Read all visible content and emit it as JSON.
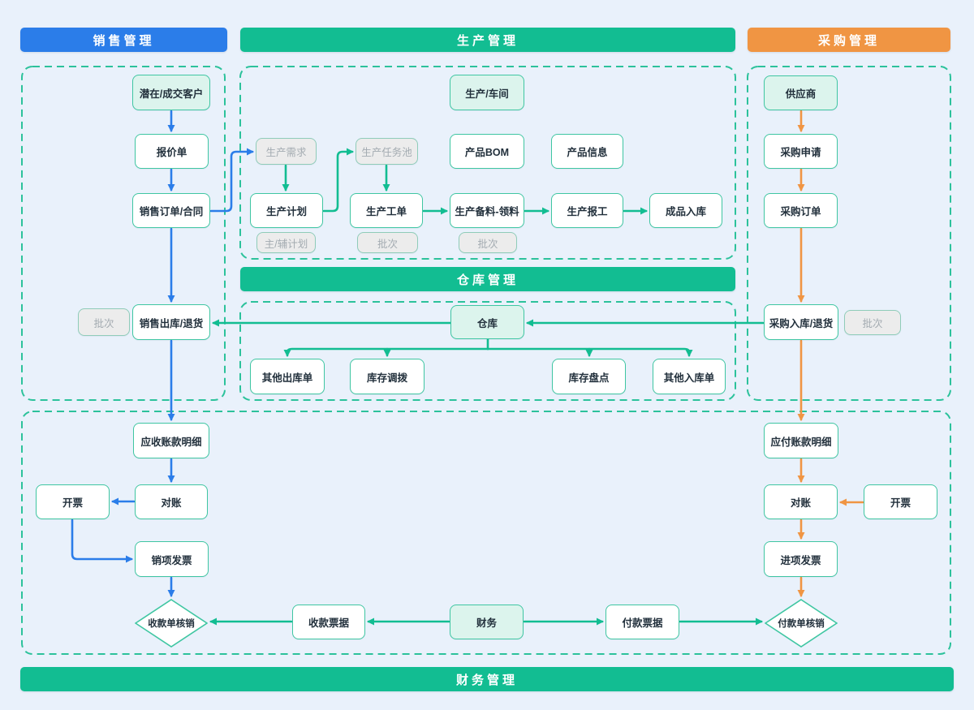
{
  "colors": {
    "background": "#e9f1fb",
    "blue": "#2b7de9",
    "green": "#12bd92",
    "orange": "#f09543",
    "mint_fill": "#dcf4ed",
    "gray_fill": "#ececec",
    "dashed_border": "#2cc29b",
    "node_border": "#3fc6a2",
    "text_dark": "#22303c",
    "text_muted": "#a3abb1"
  },
  "sections": [
    {
      "id": "sales",
      "label": "销售管理"
    },
    {
      "id": "production",
      "label": "生产管理"
    },
    {
      "id": "purchase",
      "label": "采购管理"
    },
    {
      "id": "warehouse",
      "label": "仓库管理"
    },
    {
      "id": "finance",
      "label": "财务管理"
    }
  ],
  "nodes": [
    {
      "id": "customer",
      "label": "潜在/成交客户",
      "kind": "mint"
    },
    {
      "id": "quotation",
      "label": "报价单",
      "kind": "plain"
    },
    {
      "id": "sales-order",
      "label": "销售订单/合同",
      "kind": "plain"
    },
    {
      "id": "batch-left",
      "label": "批次",
      "kind": "muted"
    },
    {
      "id": "sales-outbound",
      "label": "销售出库/退货",
      "kind": "plain"
    },
    {
      "id": "ar-detail",
      "label": "应收账款明细",
      "kind": "plain"
    },
    {
      "id": "reconcile-left",
      "label": "对账",
      "kind": "plain"
    },
    {
      "id": "invoice-left",
      "label": "开票",
      "kind": "plain"
    },
    {
      "id": "sales-invoice",
      "label": "销项发票",
      "kind": "plain"
    },
    {
      "id": "receipt-writeoff",
      "label": "收款单核销",
      "kind": "diamond"
    },
    {
      "id": "receipt-bill",
      "label": "收款票据",
      "kind": "plain"
    },
    {
      "id": "prod-workshop",
      "label": "生产/车间",
      "kind": "mint"
    },
    {
      "id": "prod-demand",
      "label": "生产需求",
      "kind": "muted"
    },
    {
      "id": "prod-taskpool",
      "label": "生产任务池",
      "kind": "muted"
    },
    {
      "id": "product-bom",
      "label": "产品BOM",
      "kind": "plain"
    },
    {
      "id": "product-info",
      "label": "产品信息",
      "kind": "plain"
    },
    {
      "id": "prod-plan",
      "label": "生产计划",
      "kind": "plain"
    },
    {
      "id": "prod-workorder",
      "label": "生产工单",
      "kind": "plain"
    },
    {
      "id": "prod-material",
      "label": "生产备料-领料",
      "kind": "plain"
    },
    {
      "id": "prod-report",
      "label": "生产报工",
      "kind": "plain"
    },
    {
      "id": "finished-inbound",
      "label": "成品入库",
      "kind": "plain"
    },
    {
      "id": "main-aux-plan",
      "label": "主/辅计划",
      "kind": "muted"
    },
    {
      "id": "batch-workorder",
      "label": "批次",
      "kind": "muted"
    },
    {
      "id": "batch-material",
      "label": "批次",
      "kind": "muted"
    },
    {
      "id": "warehouse",
      "label": "仓库",
      "kind": "mint"
    },
    {
      "id": "other-outbound",
      "label": "其他出库单",
      "kind": "plain"
    },
    {
      "id": "stock-transfer",
      "label": "库存调拨",
      "kind": "plain"
    },
    {
      "id": "stock-count",
      "label": "库存盘点",
      "kind": "plain"
    },
    {
      "id": "other-inbound",
      "label": "其他入库单",
      "kind": "plain"
    },
    {
      "id": "supplier",
      "label": "供应商",
      "kind": "mint"
    },
    {
      "id": "purchase-request",
      "label": "采购申请",
      "kind": "plain"
    },
    {
      "id": "purchase-order",
      "label": "采购订单",
      "kind": "plain"
    },
    {
      "id": "purchase-inbound",
      "label": "采购入库/退货",
      "kind": "plain"
    },
    {
      "id": "batch-right",
      "label": "批次",
      "kind": "muted"
    },
    {
      "id": "ap-detail",
      "label": "应付账款明细",
      "kind": "plain"
    },
    {
      "id": "reconcile-right",
      "label": "对账",
      "kind": "plain"
    },
    {
      "id": "invoice-right",
      "label": "开票",
      "kind": "plain"
    },
    {
      "id": "input-invoice",
      "label": "进项发票",
      "kind": "plain"
    },
    {
      "id": "payment-writeoff",
      "label": "付款单核销",
      "kind": "diamond"
    },
    {
      "id": "payment-bill",
      "label": "付款票据",
      "kind": "plain"
    },
    {
      "id": "finance",
      "label": "财务",
      "kind": "mint"
    }
  ]
}
